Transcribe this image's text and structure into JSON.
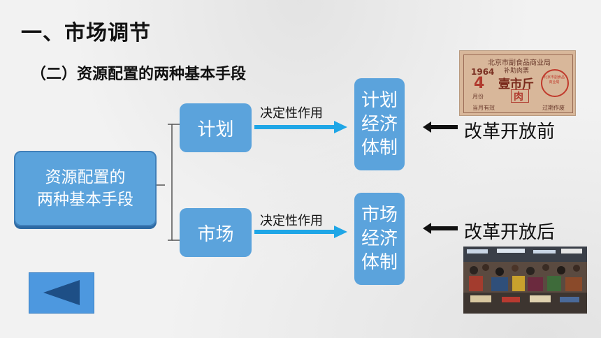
{
  "slide": {
    "title": "一、市场调节",
    "subtitle": "（二）资源配置的两种基本手段"
  },
  "diagram": {
    "root": "资源配置的\n两种基本手段",
    "branch_top": "计划",
    "branch_bottom": "市场",
    "arrow_label_top": "决定性作用",
    "arrow_label_bottom": "决定性作用",
    "result_top": "计划\n经济\n体制",
    "result_bottom": "市场\n经济\n体制",
    "period_top": "改革开放前",
    "period_bottom": "改革开放后"
  },
  "ticket": {
    "issuer": "北京市副食品商业局",
    "name": "补助肉票",
    "year": "1964",
    "number": "4",
    "unit": "月份",
    "amount": "壹市斤",
    "item": "肉",
    "stamp": "北京市副食品商业局",
    "footer_left": "当月有效",
    "footer_right": "过期作废"
  },
  "colors": {
    "box": "#5ba3dc",
    "arrow": "#1fa6e6",
    "nav": "#4d98df",
    "ticket_bg": "#d8b79a",
    "stamp": "#c0392b"
  },
  "icons": {
    "nav": "triangle-left-icon"
  }
}
